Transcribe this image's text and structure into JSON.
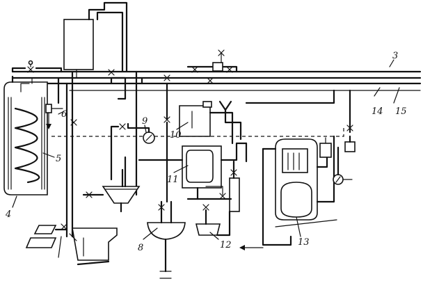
{
  "labels": {
    "c3": "3",
    "c4": "4",
    "c5": "5",
    "c6": "6",
    "c8": "8",
    "c9": "9",
    "c10": "10",
    "c11": "11",
    "c12": "12",
    "c13": "13",
    "c14": "14",
    "c15": "15"
  },
  "colors": {
    "ink": "#111111",
    "paper": "#ffffff"
  }
}
